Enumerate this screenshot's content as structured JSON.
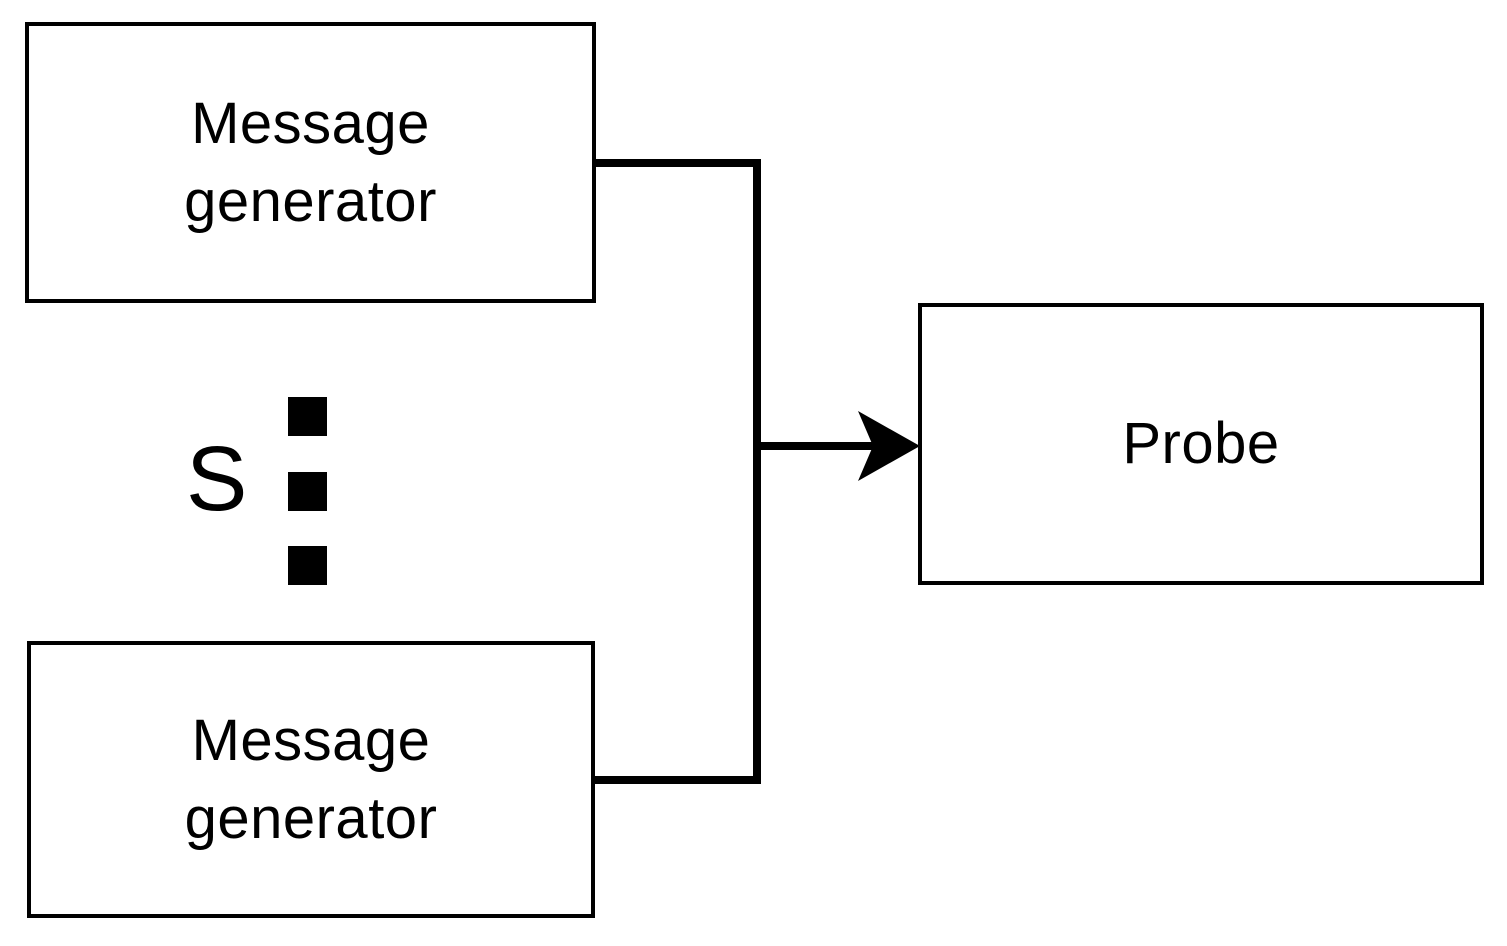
{
  "diagram": {
    "background_color": "#ffffff",
    "stroke_color": "#000000",
    "text_color": "#000000",
    "nodes": {
      "generator_top": {
        "lines": [
          "Message",
          "generator"
        ]
      },
      "generator_bottom": {
        "lines": [
          "Message",
          "generator"
        ]
      },
      "probe": {
        "label": "Probe"
      }
    },
    "ellipsis": {
      "label": "S"
    }
  }
}
